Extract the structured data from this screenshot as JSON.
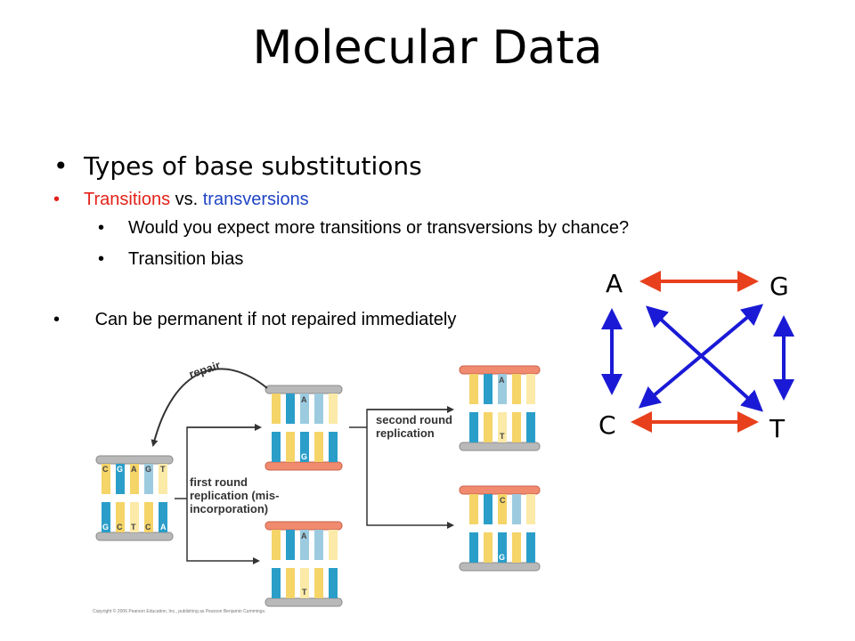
{
  "title": "Molecular Data",
  "bullets": {
    "main": "Types of base substitutions",
    "transitions": "Transitions",
    "vs": " vs. ",
    "transversions": "transversions",
    "question": "Would you expect more transitions or transversions by chance?",
    "bias": "Transition bias",
    "permanent": "Can be permanent if not repaired immediately"
  },
  "nucleotides": {
    "a": "A",
    "g": "G",
    "c": "C",
    "t": "T"
  },
  "figure": {
    "repair": "repair",
    "first_round_1": "first round",
    "first_round_2": "replication (mis-",
    "first_round_3": "incorporation)",
    "second_round_1": "second round",
    "second_round_2": "replication",
    "copyright": "Copyright © 2006 Pearson Education, Inc., publishing as Pearson Benjamin Cummings."
  },
  "colors": {
    "transition": "#e8401c",
    "transversion": "#1a1ad6"
  }
}
